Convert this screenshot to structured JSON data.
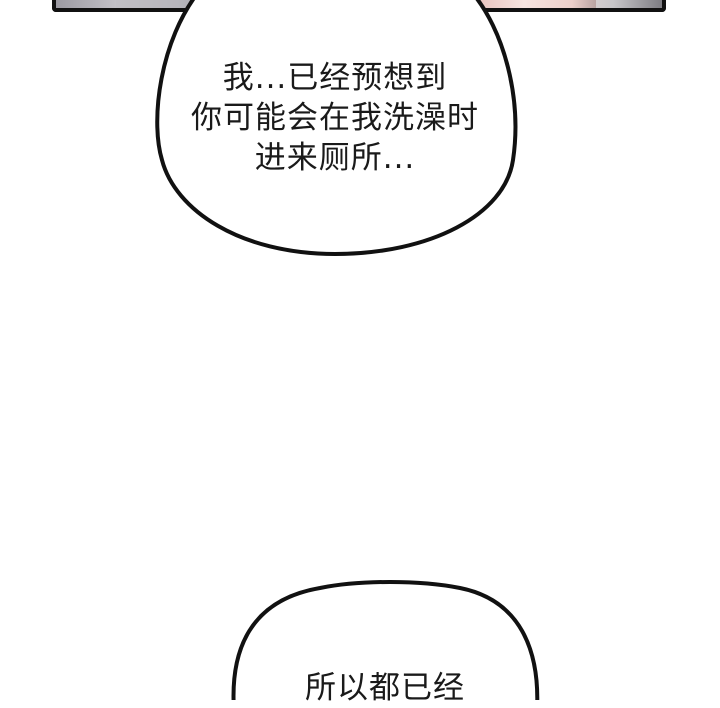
{
  "page": {
    "type": "comic-panel",
    "background": "#ffffff"
  },
  "top_panel": {
    "description": "cropped artwork panel edge",
    "border_color": "#111111"
  },
  "bubbles": [
    {
      "lines": [
        "我...已经预想到",
        "你可能会在我洗澡时",
        "进来厕所..."
      ]
    },
    {
      "lines": [
        "所以都已经"
      ]
    }
  ],
  "colors": {
    "outline": "#111111",
    "text": "#1a1a1a",
    "bubble_fill": "#ffffff"
  }
}
